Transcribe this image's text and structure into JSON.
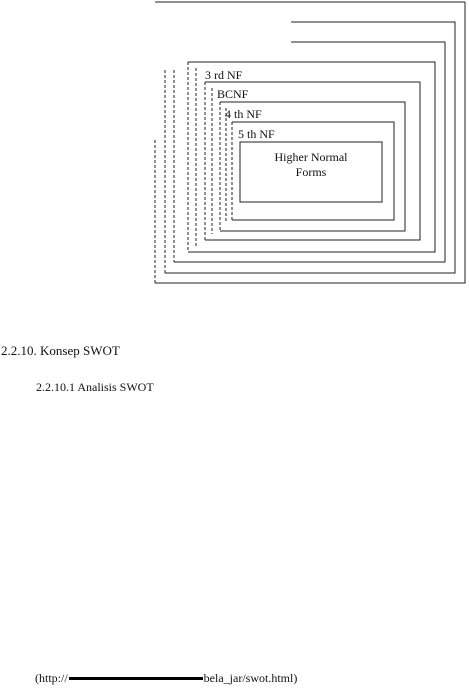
{
  "diagram": {
    "labels": {
      "nf3": "3 rd NF",
      "bcnf": "BCNF",
      "nf4": "4 th NF",
      "nf5": "5 th NF",
      "hnf_line1": "Higher Normal",
      "hnf_line2": "Forms"
    }
  },
  "section": {
    "heading": "2.2.10. Konsep SWOT",
    "subheading": "2.2.10.1 Analisis SWOT"
  },
  "source": {
    "prefix": "(http://",
    "suffix": "bela_jar/swot.html)"
  }
}
